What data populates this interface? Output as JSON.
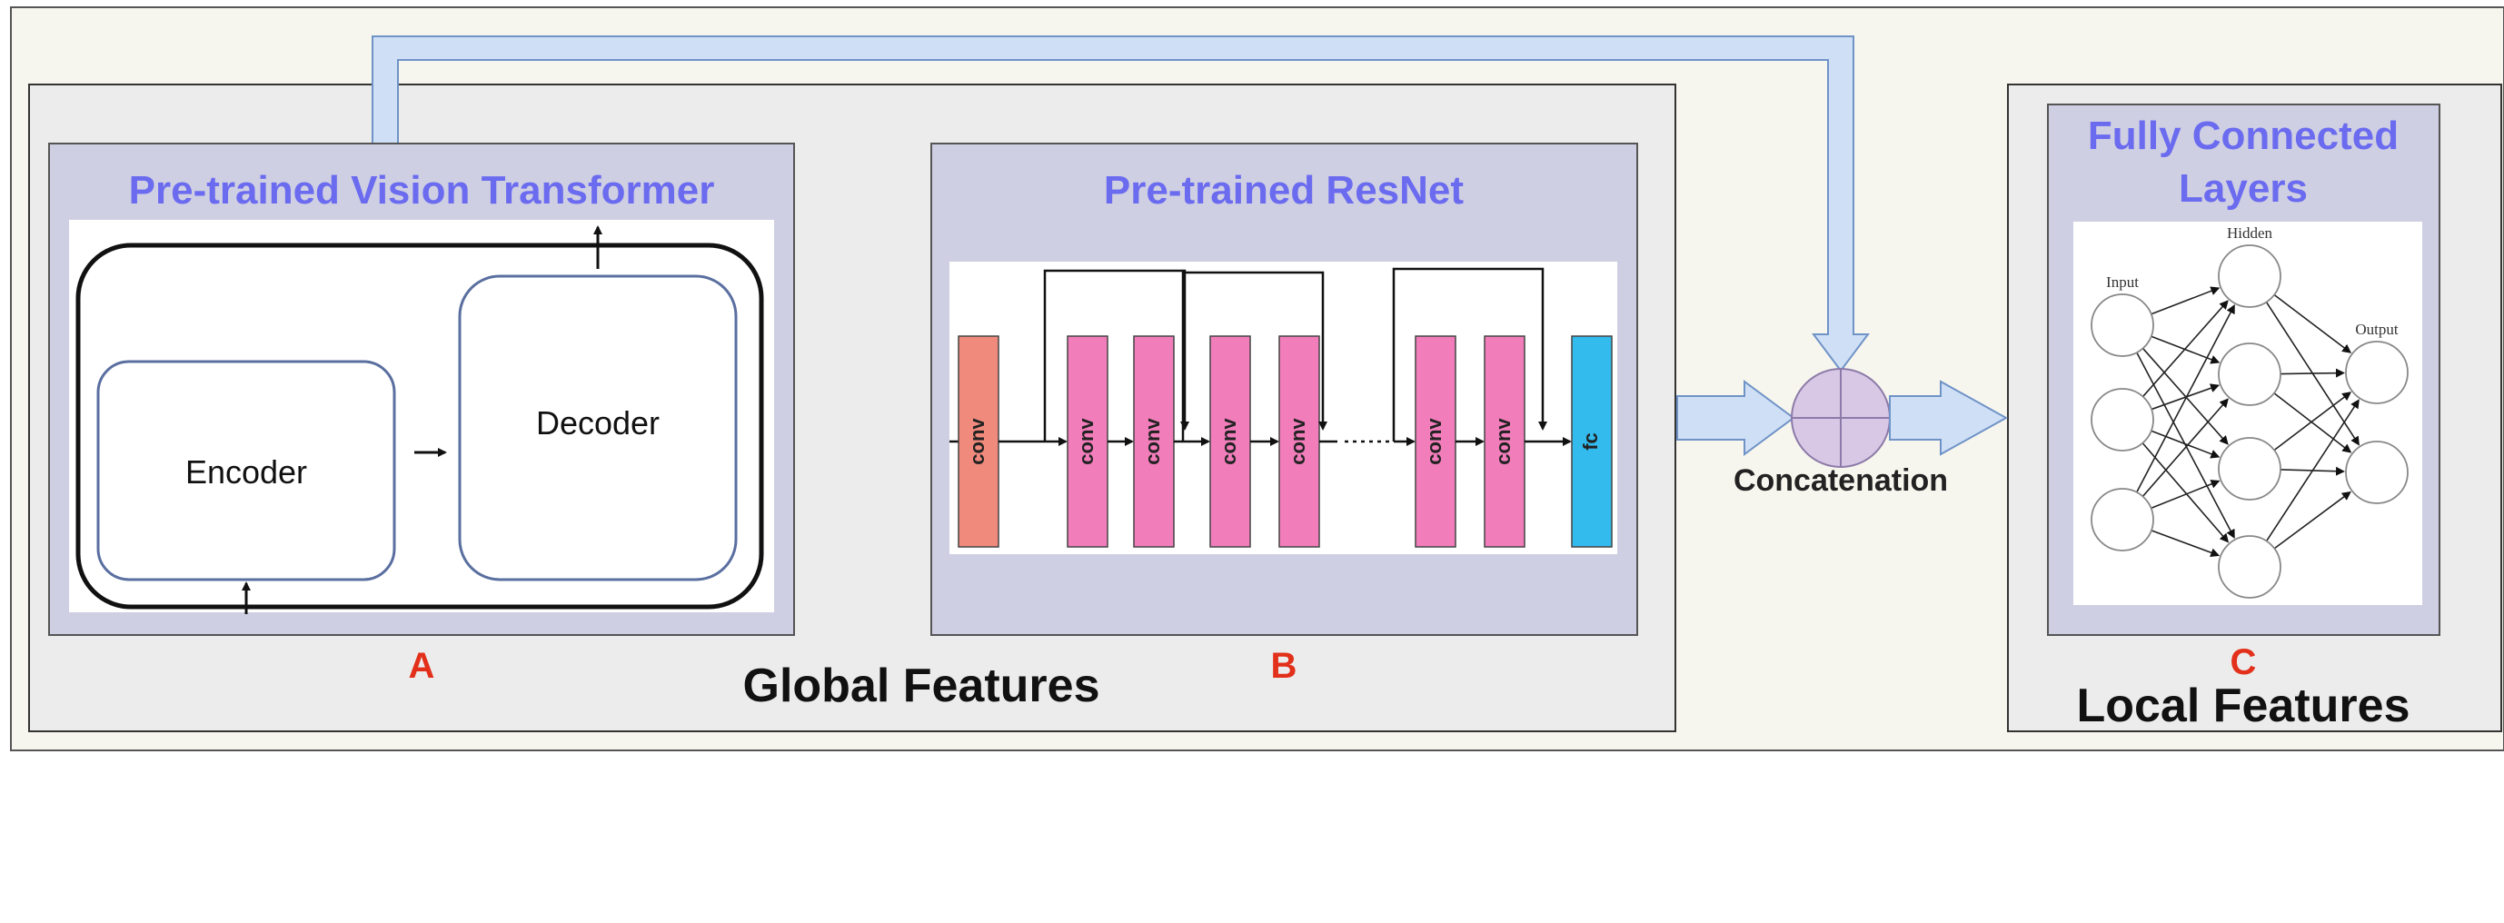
{
  "colors": {
    "outer_bg": "#f7f6ee",
    "region_bg": "#ececec",
    "panel_bg": "#cfcfe3",
    "title": "#6b6bf0",
    "letter": "#e2301a",
    "arrow_fill": "#cfdff5",
    "arrow_stroke": "#6f93c7",
    "concat_fill": "#d8c8e6",
    "conv_first": "#f08a7c",
    "conv": "#f27dbb",
    "fc": "#33bbee"
  },
  "panels": {
    "vit": {
      "title": "Pre-trained Vision Transformer",
      "letter": "A",
      "encoder_label": "Encoder",
      "decoder_label": "Decoder"
    },
    "resnet": {
      "title": "Pre-trained ResNet",
      "letter": "B",
      "blocks": [
        "conv",
        "conv",
        "conv",
        "conv",
        "conv",
        "conv",
        "conv",
        "fc"
      ]
    },
    "fc_layers": {
      "title_line1": "Fully Connected",
      "title_line2": "Layers",
      "letter": "C",
      "nn_labels": {
        "input": "Input",
        "hidden": "Hidden",
        "output": "Output"
      }
    }
  },
  "regions": {
    "global": "Global Features",
    "local": "Local Features"
  },
  "concat_label": "Concatenation"
}
